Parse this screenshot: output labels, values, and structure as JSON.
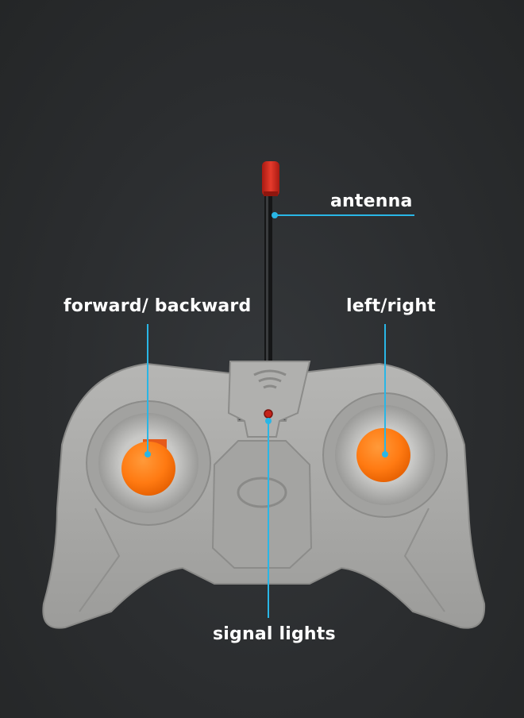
{
  "labels": {
    "antenna": "antenna",
    "forward_backward": "forward/ backward",
    "left_right": "left/right",
    "signal_lights": "signal lights"
  },
  "colors": {
    "background": "#2b2d2f",
    "controller_body": "#a9a9a7",
    "joystick_knob": "#ff7a12",
    "antenna_tip": "#d42a1e",
    "callout_line": "#29b6e6",
    "label_text": "#ffffff"
  }
}
